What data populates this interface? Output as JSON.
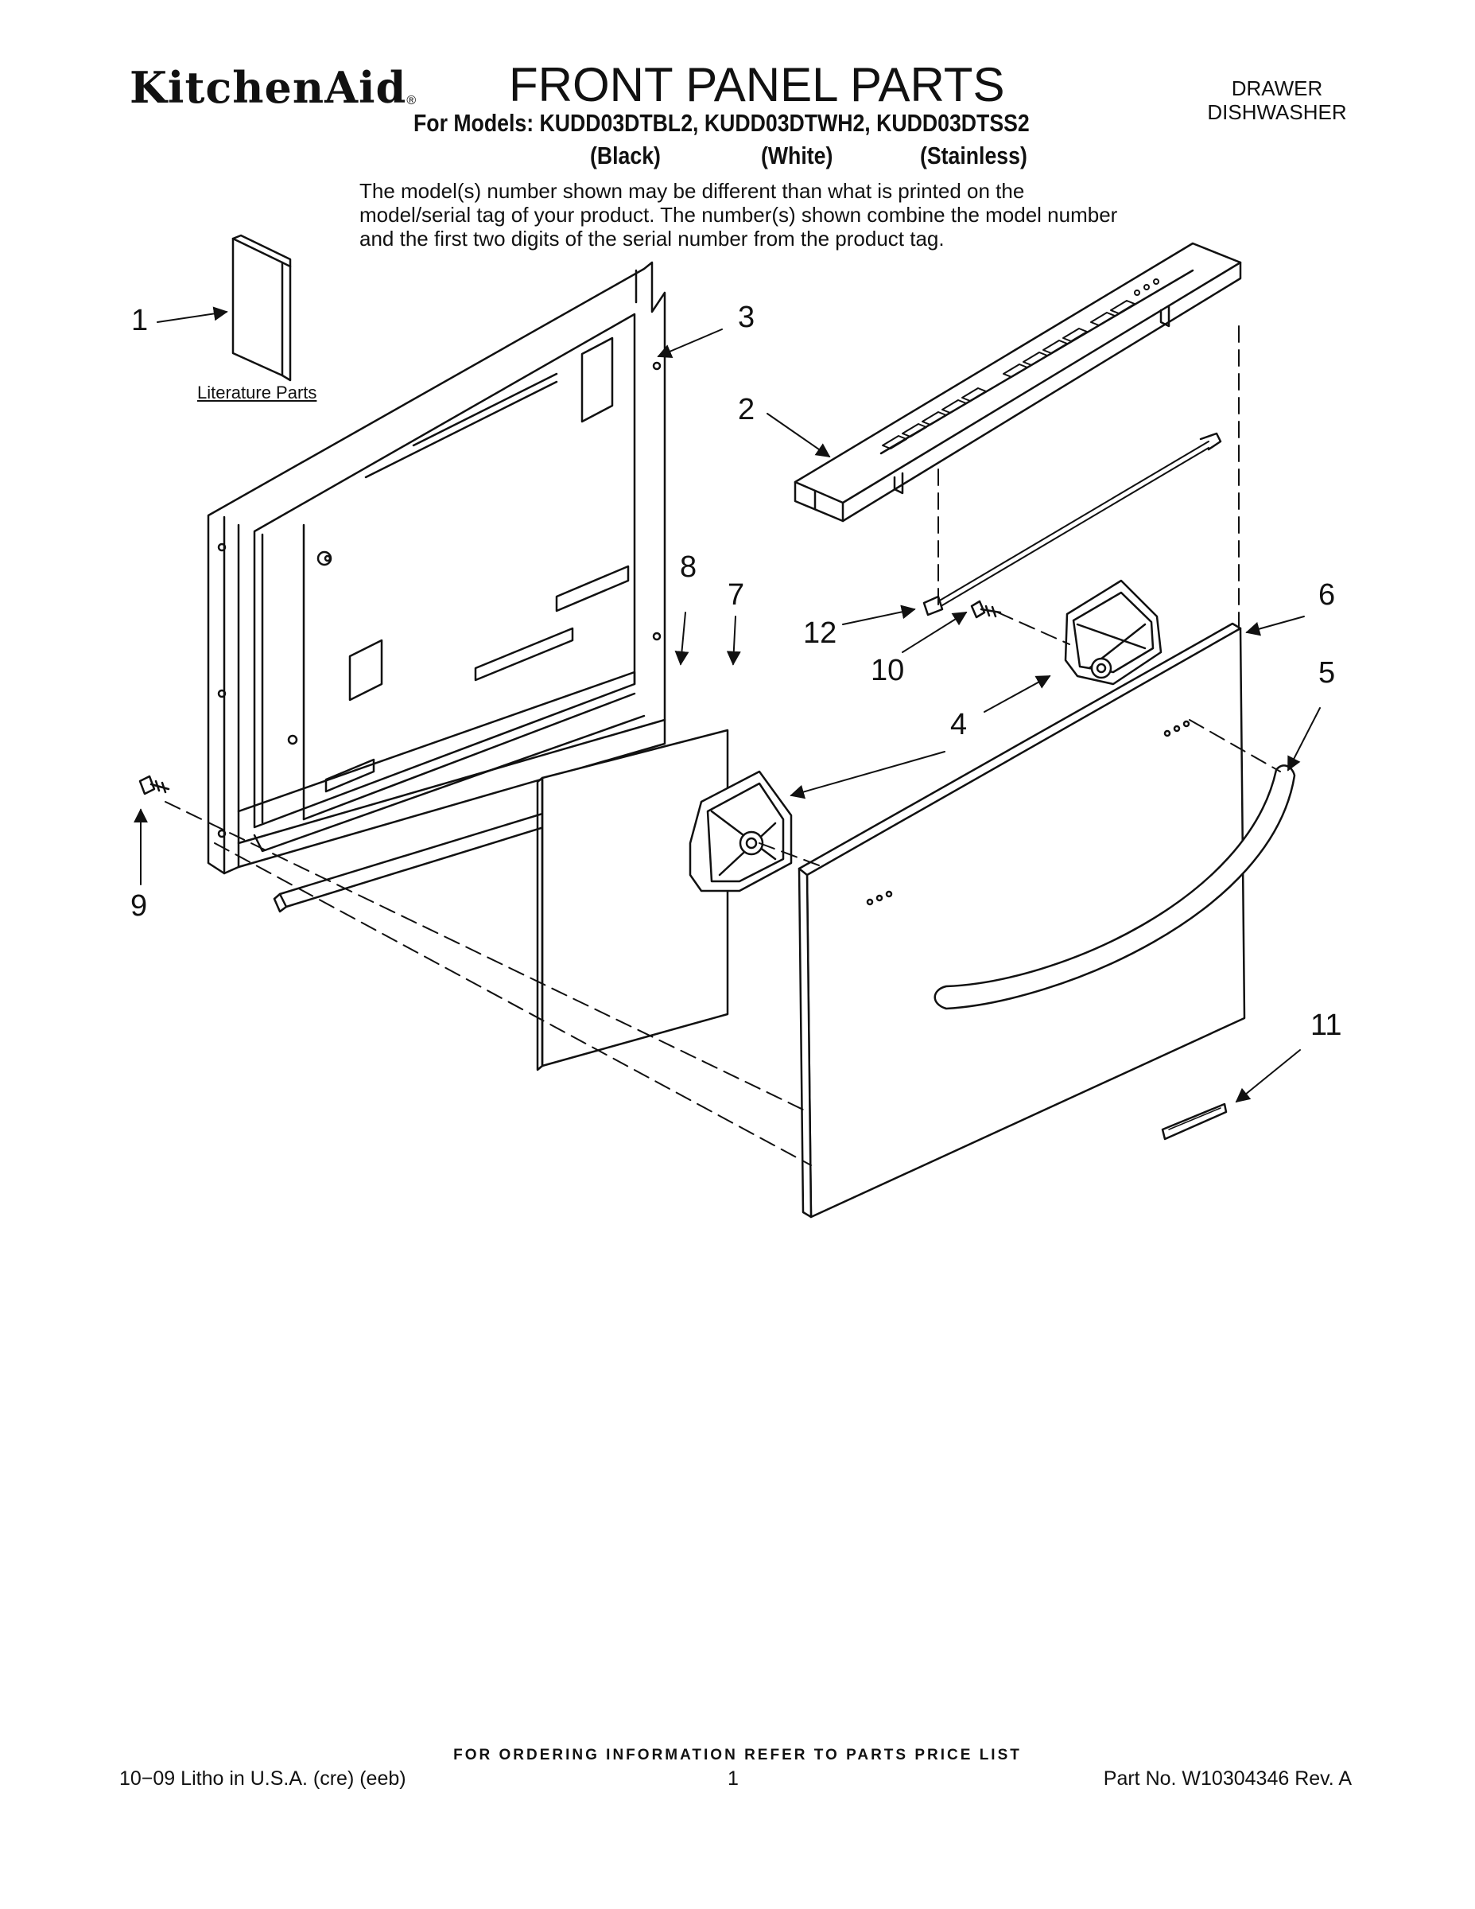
{
  "header": {
    "brand": "KitchenAid",
    "brand_mark": "®",
    "title": "FRONT PANEL PARTS",
    "category_line1": "DRAWER",
    "category_line2": "DISHWASHER",
    "models_line": "For Models: KUDD03DTBL2, KUDD03DTWH2, KUDD03DTSS2",
    "variants": [
      "(Black)",
      "(White)",
      "(Stainless)"
    ],
    "note": "The model(s) number shown may be different than what is printed on the model/serial tag of your product. The number(s) shown combine the model number and the first two digits of the serial number from the product tag."
  },
  "diagram": {
    "callouts": [
      "1",
      "2",
      "3",
      "4",
      "5",
      "6",
      "7",
      "8",
      "9",
      "10",
      "11",
      "12"
    ],
    "literature_label": "Literature Parts",
    "line_color": "#111111",
    "fill_color": "#ffffff"
  },
  "footer": {
    "ordering": "FOR ORDERING INFORMATION REFER TO PARTS PRICE LIST",
    "litho": "10−09 Litho in U.S.A. (cre) (eeb)",
    "page": "1",
    "part_no": "Part No. W10304346 Rev. A"
  }
}
